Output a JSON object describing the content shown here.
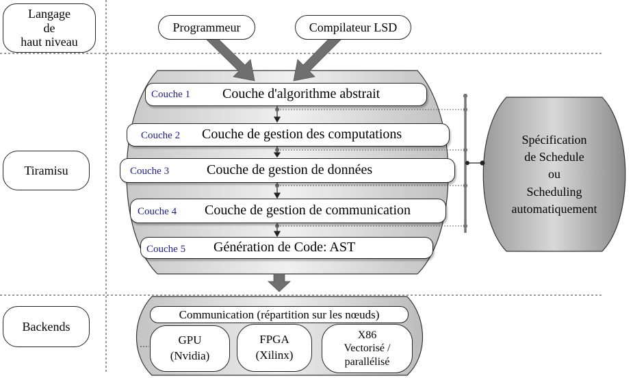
{
  "levels": {
    "high_level": [
      "Langage",
      "de",
      "haut niveau"
    ],
    "tiramisu": "Tiramisu",
    "backends": "Backends"
  },
  "inputs": {
    "programmer": "Programmeur",
    "compiler": "Compilateur LSD"
  },
  "layers": [
    {
      "tag": "Couche 1",
      "title": "Couche d'algorithme abstrait"
    },
    {
      "tag": "Couche 2",
      "title": "Couche de gestion des computations"
    },
    {
      "tag": "Couche 3",
      "title": "Couche de gestion de données"
    },
    {
      "tag": "Couche 4",
      "title": "Couche de gestion de communication"
    },
    {
      "tag": "Couche 5",
      "title": "Génération de Code: AST"
    }
  ],
  "schedule": [
    "Spécification",
    "de Schedule",
    "ou",
    "Scheduling",
    "automatiquement"
  ],
  "backends": {
    "communication": "Communication (répartition sur  les nœuds)",
    "gpu": [
      "GPU",
      "(Nvidia)"
    ],
    "fpga": [
      "FPGA",
      "(Xilinx)"
    ],
    "x86": [
      "X86",
      "Vectorisé /",
      "parallélisé"
    ]
  },
  "colors": {
    "gray_fill_light": "#e6e6e6",
    "gray_fill_dark": "#8c8c8c",
    "arrow_gray": "#6f6f6f",
    "tag_blue": "#1a1a8c"
  }
}
